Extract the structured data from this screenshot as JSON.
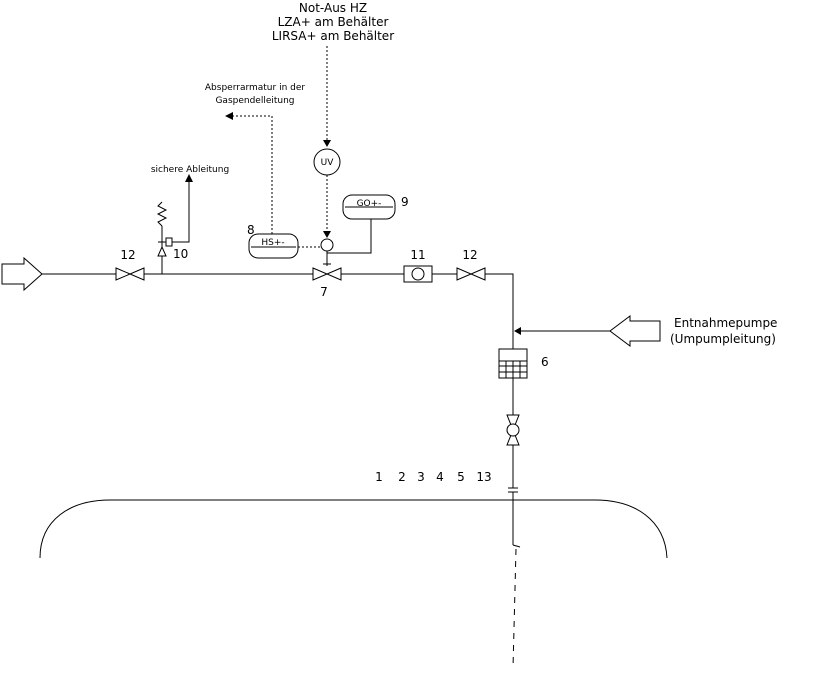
{
  "top_note": {
    "line1": "Not-Aus HZ",
    "line2": "LZA+ am Behälter",
    "line3": "LIRSA+ am Behälter"
  },
  "absperr_note": {
    "line1": "Absperrarmatur in der",
    "line2": "Gaspendelleitung"
  },
  "sichere_ableitung": "sichere Ableitung",
  "entnahme": {
    "line1": "Entnahmepumpe",
    "line2": "(Umpumpleitung)"
  },
  "instruments": {
    "uv": "UV",
    "go": "GO+-",
    "hs": "HS+-"
  },
  "numbers": {
    "n12_left": "12",
    "n10": "10",
    "n8": "8",
    "n9": "9",
    "n7": "7",
    "n11": "11",
    "n12_right": "12",
    "n6": "6",
    "n1": "1",
    "n2": "2",
    "n3": "3",
    "n4": "4",
    "n5": "5",
    "n13": "13"
  }
}
